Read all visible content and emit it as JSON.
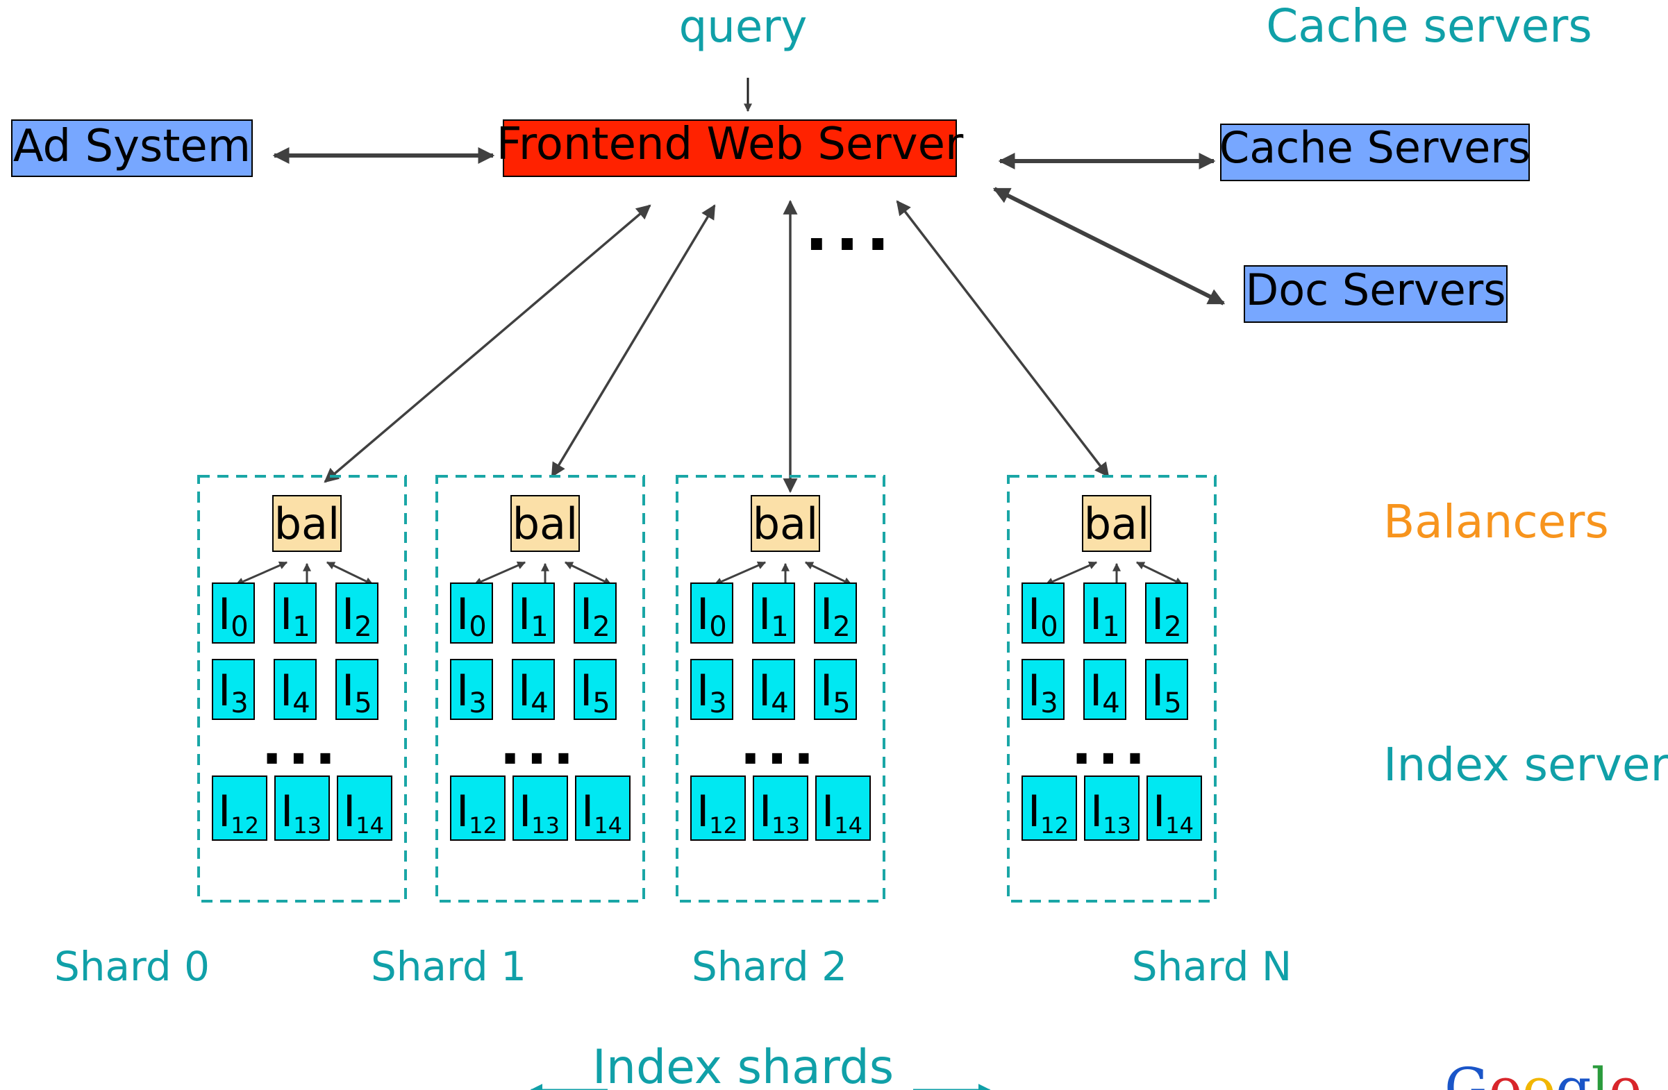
{
  "labels": {
    "query": "query",
    "cache_servers_heading": "Cache servers",
    "balancers": "Balancers",
    "index_servers": "Index servers",
    "index_shards": "Index shards",
    "ellipsis": "..."
  },
  "boxes": {
    "ad_system": "Ad System",
    "frontend": "Frontend Web Server",
    "cache_servers": "Cache Servers",
    "doc_servers": "Doc Servers",
    "balancer": "bal",
    "index_prefix": "I"
  },
  "shards": [
    {
      "label": "Shard 0"
    },
    {
      "label": "Shard 1"
    },
    {
      "label": "Shard 2"
    },
    {
      "label": "Shard N"
    }
  ],
  "index_servers": {
    "row1": [
      "0",
      "1",
      "2"
    ],
    "row2": [
      "3",
      "4",
      "5"
    ],
    "row3": [
      "12",
      "13",
      "14"
    ]
  },
  "logo": "Google",
  "colors": {
    "teal_text": "#10a0a8",
    "orange_text": "#f7941d",
    "blue_box": "#77a7ff",
    "red_box": "#ff2200",
    "bal_box": "#fbe0a8",
    "index_box": "#00e8f2",
    "shard_border": "#1aa6a6",
    "arrow": "#404040"
  }
}
